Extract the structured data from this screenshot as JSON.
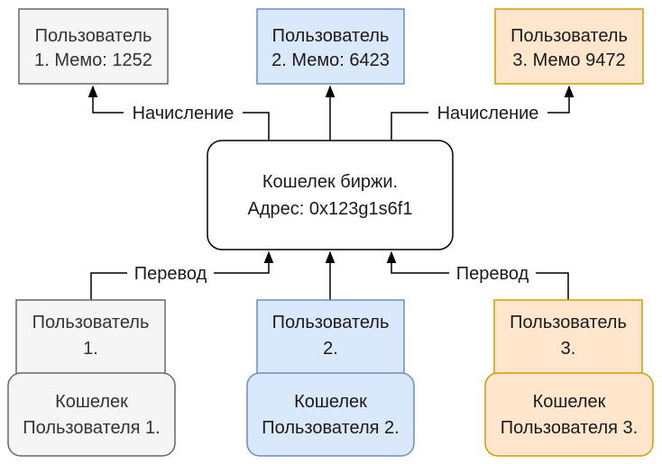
{
  "colors": {
    "gray_fill": "#f5f5f5",
    "gray_stroke": "#666666",
    "gray_text": "#333333",
    "blue_fill": "#dae8fc",
    "blue_stroke": "#6c8ebf",
    "orange_fill": "#ffe6cc",
    "orange_stroke": "#d79b00",
    "center_fill": "#ffffff",
    "center_stroke": "#000000"
  },
  "top_boxes": {
    "user1": {
      "line1": "Пользователь",
      "line2": "1. Мемо: 1252"
    },
    "user2": {
      "line1": "Пользователь",
      "line2": "2. Мемо: 6423"
    },
    "user3": {
      "line1": "Пользователь",
      "line2": "3. Мемо 9472"
    }
  },
  "center": {
    "line1": "Кошелек биржи.",
    "line2": "Адрес: 0x123g1s6f1"
  },
  "edge_labels": {
    "credit_left": "Начисление",
    "credit_right": "Начисление",
    "transfer_left": "Перевод",
    "transfer_right": "Перевод"
  },
  "bottom_users": {
    "user1": {
      "line1": "Пользователь",
      "line2": "1."
    },
    "user2": {
      "line1": "Пользователь",
      "line2": "2."
    },
    "user3": {
      "line1": "Пользователь",
      "line2": "3."
    }
  },
  "wallets": {
    "w1": {
      "line1": "Кошелек",
      "line2": "Пользователя 1."
    },
    "w2": {
      "line1": "Кошелек",
      "line2": "Пользователя 2."
    },
    "w3": {
      "line1": "Кошелек",
      "line2": "Пользователя 3."
    }
  }
}
